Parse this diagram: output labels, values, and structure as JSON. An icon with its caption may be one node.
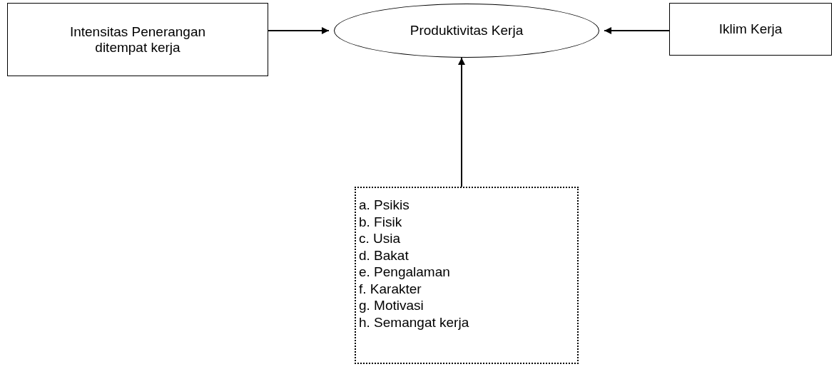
{
  "diagram": {
    "nodes": [
      {
        "text": [
          "Intensitas Penerangan ditempat kerja"
        ]
      },
      {
        "text": [
          "Produktivitas Kerja"
        ]
      },
      {
        "text": [
          "Iklim Kerja"
        ]
      },
      {
        "text": [
          "a. Psikis",
          "b. Fisik",
          "c. Usia",
          "d. Bakat",
          "e. Pengalaman",
          "f. Karakter",
          "g. Motivasi",
          "h. Semangat kerja"
        ]
      }
    ],
    "edges": [
      {
        "from": 0,
        "to": 1,
        "arrow": "to"
      },
      {
        "from": 2,
        "to": 1,
        "arrow": "to"
      },
      {
        "from": 3,
        "to": 1,
        "arrow": "to"
      }
    ]
  }
}
